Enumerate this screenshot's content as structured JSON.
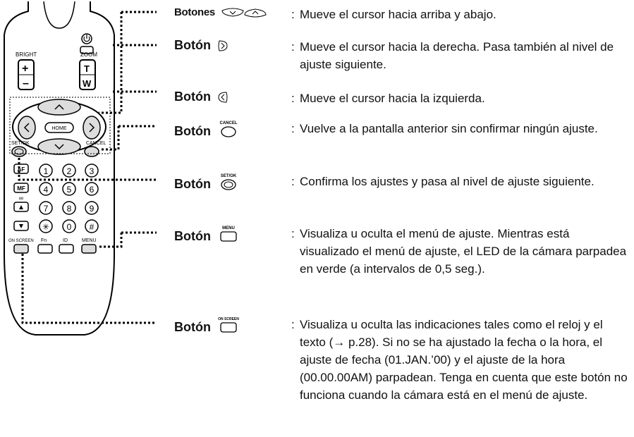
{
  "remote": {
    "labels": {
      "bright": "BRIGHT",
      "zoom": "ZOOM",
      "plus": "+",
      "minus": "–",
      "tele": "T",
      "wide": "W",
      "home": "HOME",
      "set_ok": "SET/OK",
      "cancel": "CANCEL",
      "af": "AF",
      "mf": "MF",
      "infinity": "∞",
      "on_screen": "ON SCREEN",
      "fn": "Fn",
      "id": "ID",
      "menu": "MENU"
    },
    "keys": [
      "1",
      "2",
      "3",
      "4",
      "5",
      "6",
      "7",
      "8",
      "9",
      "0"
    ],
    "star": "✳",
    "hash": "#"
  },
  "entries": [
    {
      "label": "Botones",
      "icon": "up-down-icons",
      "icon_text": "",
      "colon": ":",
      "text": "Mueve el cursor hacia arriba y abajo."
    },
    {
      "label": "Botón",
      "icon": "right-arrow-button-icon",
      "icon_text": "",
      "colon": ":",
      "text": "Mueve el cursor hacia la derecha. Pasa también al nivel de ajuste siguiente."
    },
    {
      "label": "Botón",
      "icon": "left-arrow-button-icon",
      "icon_text": "",
      "colon": ":",
      "text": "Mueve el cursor hacia la izquierda."
    },
    {
      "label": "Botón",
      "icon": "cancel-button-icon",
      "icon_text": "CANCEL",
      "colon": ":",
      "text": "Vuelve a la pantalla anterior sin confirmar ningún ajuste."
    },
    {
      "label": "Botón",
      "icon": "set-ok-button-icon",
      "icon_text": "SET/OK",
      "colon": ":",
      "text": "Confirma los ajustes y pasa al nivel de ajuste siguiente."
    },
    {
      "label": "Botón",
      "icon": "menu-button-icon",
      "icon_text": "MENU",
      "colon": ":",
      "text": "Visualiza u oculta el menú de ajuste. Mientras está visualizado el menú de ajuste, el LED de la cámara parpadea en verde (a intervalos de 0,5 seg.)."
    },
    {
      "label": "Botón",
      "icon": "on-screen-button-icon",
      "icon_text": "ON SCREEN",
      "colon": ":",
      "text": "Visualiza u oculta las indicaciones tales como el reloj y el texto (→ p.28). Si no se ha ajustado la fecha o la hora, el ajuste de fecha (01.JAN.’00) y el ajuste de la hora (00.00.00AM) parpadean. Tenga en cuenta que este botón no funciona cuando la cámara está en el menú de ajuste."
    }
  ]
}
